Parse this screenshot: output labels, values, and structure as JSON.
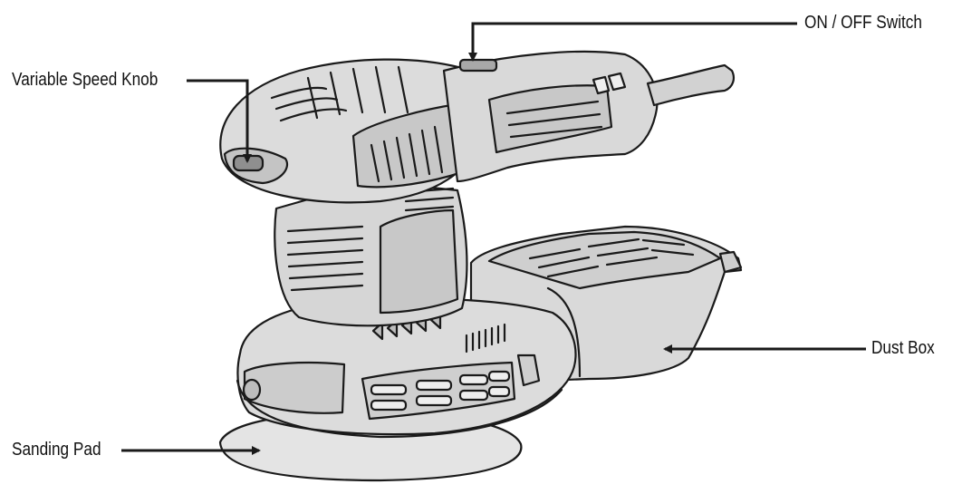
{
  "labels": {
    "on_off_switch": "ON / OFF  Switch",
    "variable_speed_knob": "Variable Speed Knob",
    "dust_box": "Dust Box",
    "sanding_pad": "Sanding Pad"
  },
  "colors": {
    "body_fill": "#dcdcdc",
    "line": "#1a1a1a",
    "pad_fill": "#e4e4e4"
  }
}
